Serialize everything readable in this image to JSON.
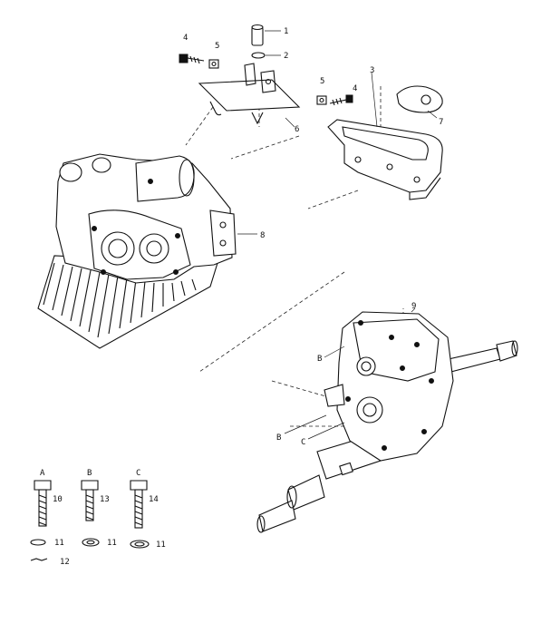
{
  "callouts": {
    "c1": "1",
    "c2": "2",
    "c3": "3",
    "c4a": "4",
    "c4b": "4",
    "c5a": "5",
    "c5b": "5",
    "c6": "6",
    "c7": "7",
    "c8": "8",
    "c9": "9",
    "b1": "B",
    "b2": "B",
    "cc": "C"
  },
  "legend": {
    "a": "A",
    "b": "B",
    "c": "C",
    "a_num": "10",
    "b_num": "13",
    "c_num": "14",
    "a_wash": "11",
    "b_wash": "11",
    "c_wash": "11",
    "n12": "12"
  }
}
